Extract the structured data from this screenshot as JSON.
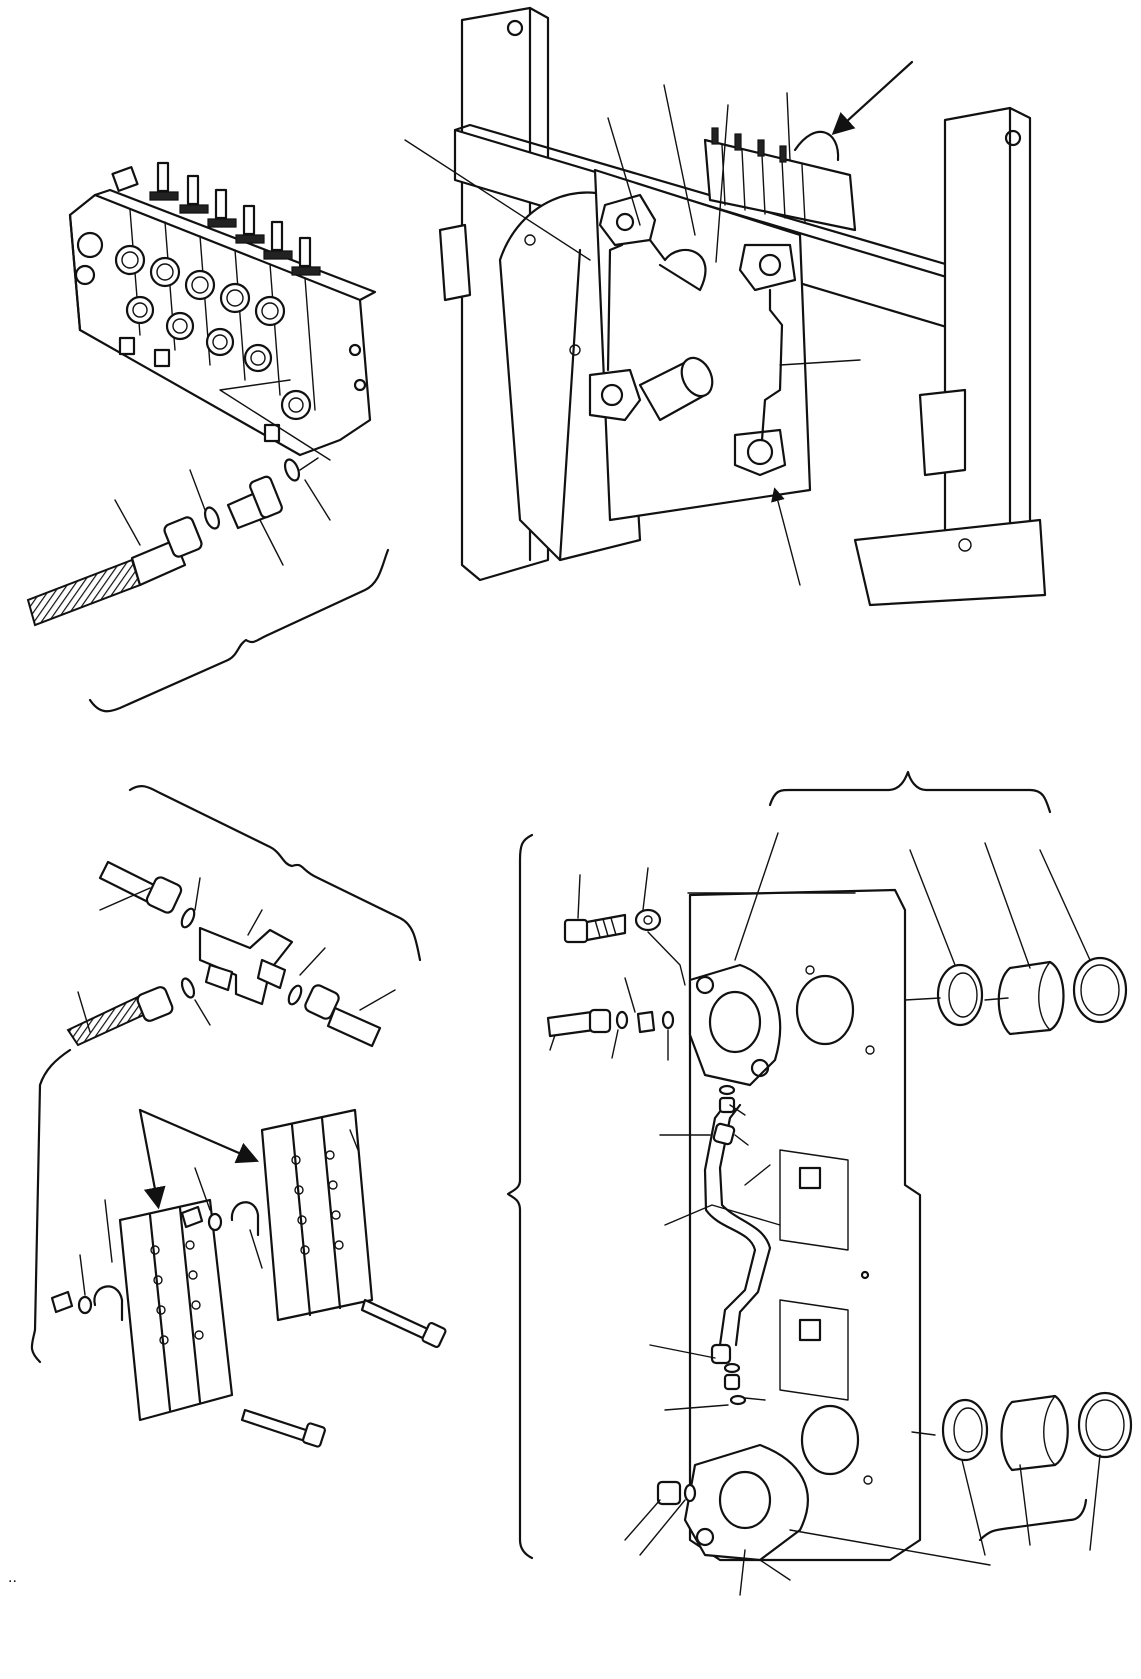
{
  "drawing": {
    "corner_mark": "..",
    "views": [
      {
        "id": "control-valve",
        "caption": ""
      },
      {
        "id": "frame-assembly",
        "caption": ""
      },
      {
        "id": "tee-fitting-detail",
        "caption": ""
      },
      {
        "id": "flange-plate-detail",
        "caption": ""
      }
    ],
    "icons": {
      "bolt": "bolt-icon",
      "washer": "washer-icon",
      "hose": "hose-icon",
      "clamp": "clamp-icon",
      "flange": "flange-icon",
      "seal_ring": "seal-ring-icon",
      "arrow": "arrow-icon"
    },
    "colors": {
      "ink": "#111111",
      "paper": "#ffffff"
    }
  }
}
